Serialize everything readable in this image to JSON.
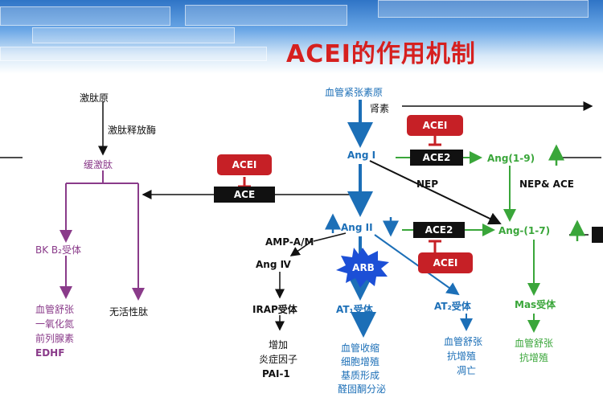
{
  "title": "ACEI的作用机制",
  "colors": {
    "title": "#d6201f",
    "purple_path": "#8a3b8a",
    "blue_path": "#1c6fb7",
    "green_path": "#3aa63a",
    "inhibitor_box": "#c62026",
    "enzyme_box": "#111111"
  },
  "left": {
    "kininogen": "激肽原",
    "kallikrein": "激肽释放酶",
    "bradykinin": "缓激肽",
    "bk_receptor": "BK B₂受体",
    "vasodilation": "血管舒张",
    "nitric_oxide": "一氧化氮",
    "prostaglandin": "前列腺素",
    "edhf": "EDHF",
    "inactive_peptide": "无活性肽"
  },
  "center": {
    "angiotensinogen": "血管紧张素原",
    "renin": "肾素",
    "ang1": "Ang I",
    "ang2": "Ang II",
    "amp_am": "AMP-A/M",
    "ang4": "Ang Ⅳ",
    "irap_receptor": "IRAP受体",
    "irap_effects": [
      "增加",
      "炎症因子",
      "PAI-1"
    ],
    "arb": "ARB",
    "at1_receptor": "AT₁受体",
    "at1_effects": [
      "血管收缩",
      "细胞增殖",
      "基质形成",
      "醛固酮分泌"
    ],
    "at2_receptor": "AT₂受体",
    "at2_effects": [
      "血管舒张",
      "抗增殖",
      "凋亡"
    ]
  },
  "right": {
    "ang_1_9": "Ang(1-9)",
    "nep_ace": "NEP& ACE",
    "nep": "NEP",
    "ang_1_7": "Ang-(1-7)",
    "mas_receptor": "Mas受体",
    "mas_effects": [
      "血管舒张",
      "抗增殖"
    ]
  },
  "boxes": {
    "acei_left": "ACEI",
    "ace": "ACE",
    "acei_top": "ACEI",
    "ace2_top": "ACE2",
    "ace2_mid": "ACE2",
    "acei_bottom": "ACEI"
  }
}
